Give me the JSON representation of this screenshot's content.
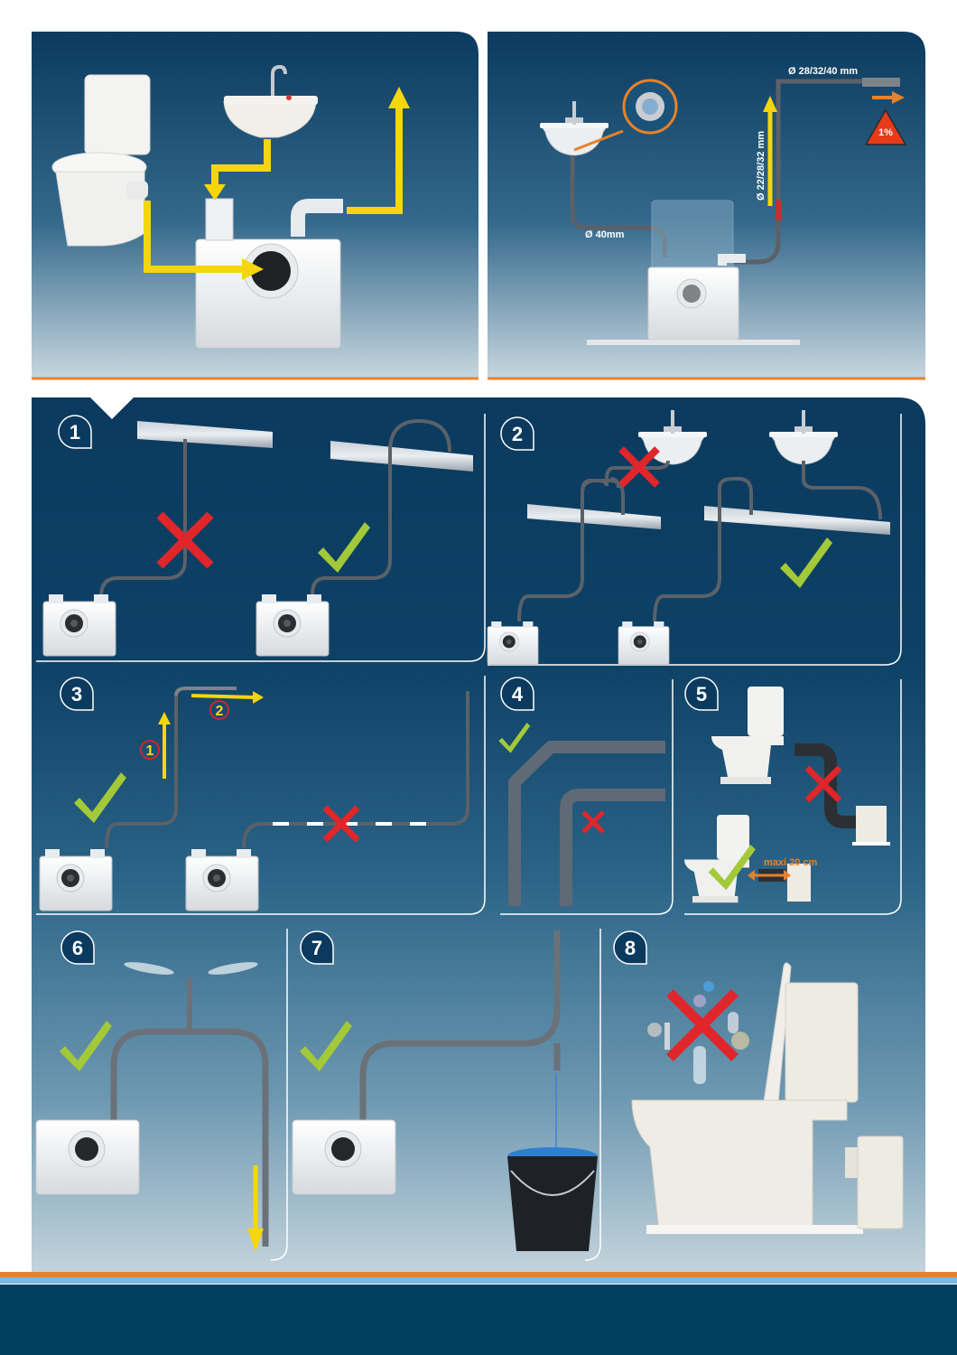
{
  "overview": {
    "left_panel": {
      "description": "Toilet and washbasin draining into macerator pump, discharge upward",
      "arrows": [
        "toilet-to-pump",
        "basin-to-pump",
        "pump-discharge-up"
      ]
    },
    "right_panel": {
      "basin_pipe_label": "Ø 40mm",
      "riser_pipe_label": "Ø 22/28/32 mm",
      "horizontal_pipe_label": "Ø 28/32/40 mm",
      "slope_badge": "1%"
    }
  },
  "steps": [
    {
      "number": "1",
      "description": "Discharge pipe routing over beam",
      "wrong_mark": "cross",
      "right_mark": "check"
    },
    {
      "number": "2",
      "description": "Basin drain must not loop over beam",
      "wrong_mark": "cross",
      "right_mark": "check"
    },
    {
      "number": "3",
      "description": "Rise vertically first, then horizontal",
      "markers": [
        "1",
        "2"
      ],
      "wrong_mark": "cross",
      "right_mark": "check"
    },
    {
      "number": "4",
      "description": "Use 45° bends, not 90° elbows",
      "wrong_mark": "cross",
      "right_mark": "check"
    },
    {
      "number": "5",
      "description": "Pump close to toilet",
      "distance_label": "maxi 20 cm",
      "wrong_mark": "cross",
      "right_mark": "check"
    },
    {
      "number": "6",
      "description": "Vented discharge stack",
      "right_mark": "check"
    },
    {
      "number": "7",
      "description": "Open discharge into bucket",
      "right_mark": "check"
    },
    {
      "number": "8",
      "description": "Do not flush foreign objects",
      "wrong_mark": "cross"
    }
  ],
  "colors": {
    "panel_dark": "#0b3a5e",
    "panel_light": "#a9c1cf",
    "accent_orange": "#e8822a",
    "arrow_yellow": "#f5d60c",
    "check_green": "#a3c93a",
    "cross_red": "#e0262a",
    "footer": "#003f5e",
    "footer_stripe": "#7fb7de"
  }
}
